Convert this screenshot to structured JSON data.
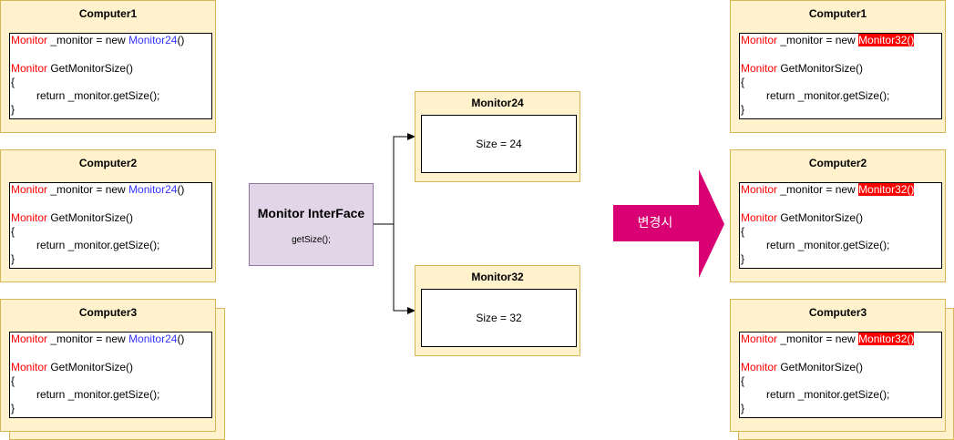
{
  "left_computers": [
    {
      "title": "Computer1",
      "line1": {
        "type": "Monitor",
        "middle": " _monitor = new ",
        "ctor": "Monitor24",
        "tail": "()"
      },
      "line2": {
        "type": "Monitor",
        "rest": " GetMonitorSize()"
      },
      "open_brace": "{",
      "body": "return _monitor.getSize();",
      "close_brace": "}"
    },
    {
      "title": "Computer2",
      "line1": {
        "type": "Monitor",
        "middle": " _monitor = new ",
        "ctor": "Monitor24",
        "tail": "()"
      },
      "line2": {
        "type": "Monitor",
        "rest": " GetMonitorSize()"
      },
      "open_brace": "{",
      "body": "return _monitor.getSize();",
      "close_brace": "}"
    },
    {
      "title": "Computer3",
      "line1": {
        "type": "Monitor",
        "middle": " _monitor = new ",
        "ctor": "Monitor24",
        "tail": "()"
      },
      "line2": {
        "type": "Monitor",
        "rest": " GetMonitorSize()"
      },
      "open_brace": "{",
      "body": "return _monitor.getSize();",
      "close_brace": "}"
    }
  ],
  "right_computers": [
    {
      "title": "Computer1",
      "line1": {
        "type": "Monitor",
        "middle": " _monitor = new ",
        "ctor": "Monitor32()"
      },
      "line2": {
        "type": "Monitor",
        "rest": " GetMonitorSize()"
      },
      "open_brace": "{",
      "body": "return _monitor.getSize();",
      "close_brace": "}"
    },
    {
      "title": "Computer2",
      "line1": {
        "type": "Monitor",
        "middle": " _monitor = new ",
        "ctor": "Monitor32()"
      },
      "line2": {
        "type": "Monitor",
        "rest": " GetMonitorSize()"
      },
      "open_brace": "{",
      "body": "return _monitor.getSize();",
      "close_brace": "}"
    },
    {
      "title": "Computer3",
      "line1": {
        "type": "Monitor",
        "middle": " _monitor = new ",
        "ctor": "Monitor32()"
      },
      "line2": {
        "type": "Monitor",
        "rest": " GetMonitorSize()"
      },
      "open_brace": "{",
      "body": "return _monitor.getSize();",
      "close_brace": "}"
    }
  ],
  "interface": {
    "title": "Monitor InterFace",
    "method": "getSize();"
  },
  "monitors": [
    {
      "title": "Monitor24",
      "size_text": "Size = 24"
    },
    {
      "title": "Monitor32",
      "size_text": "Size = 32"
    }
  ],
  "change_arrow": {
    "label": "변경시",
    "color": "#d80073"
  },
  "colors": {
    "card_fill": "#fff2cc",
    "card_border": "#d6b656",
    "interface_fill": "#e1d5e7",
    "interface_border": "#9673a6",
    "type_red": "#ff0000",
    "ctor_blue": "#3333ff",
    "highlight": "#ff0000"
  }
}
